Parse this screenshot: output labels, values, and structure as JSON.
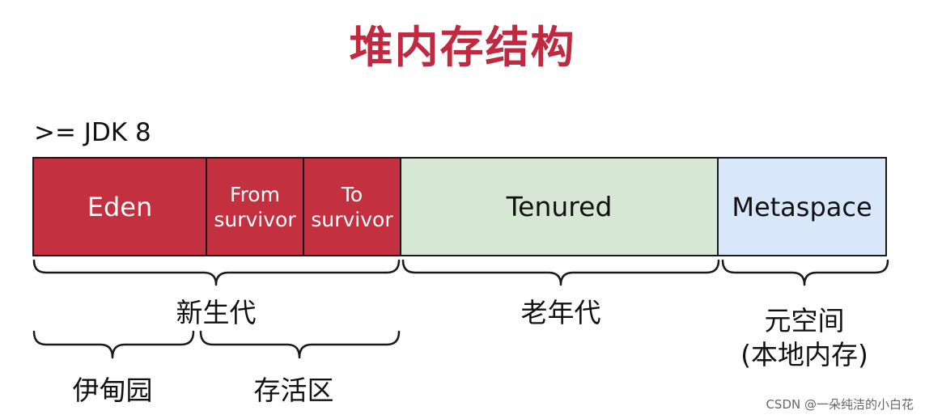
{
  "title": "堆内存结构",
  "version_label": ">= JDK 8",
  "segments": {
    "eden": "Eden",
    "from_line1": "From",
    "from_line2": "survivor",
    "to_line1": "To",
    "to_line2": "survivor",
    "tenured": "Tenured",
    "metaspace": "Metaspace"
  },
  "group_labels": {
    "young_gen": "新生代",
    "old_gen": "老年代",
    "metaspace_line1": "元空间",
    "metaspace_line2": "(本地内存)",
    "eden_zh": "伊甸园",
    "survivor_zh": "存活区"
  },
  "colors": {
    "title": "#c0293f",
    "young_fill": "#c3303f",
    "tenured_fill": "#d6e8d3",
    "metaspace_fill": "#d9e7fb"
  },
  "watermark": "CSDN @一朵纯洁的小白花"
}
